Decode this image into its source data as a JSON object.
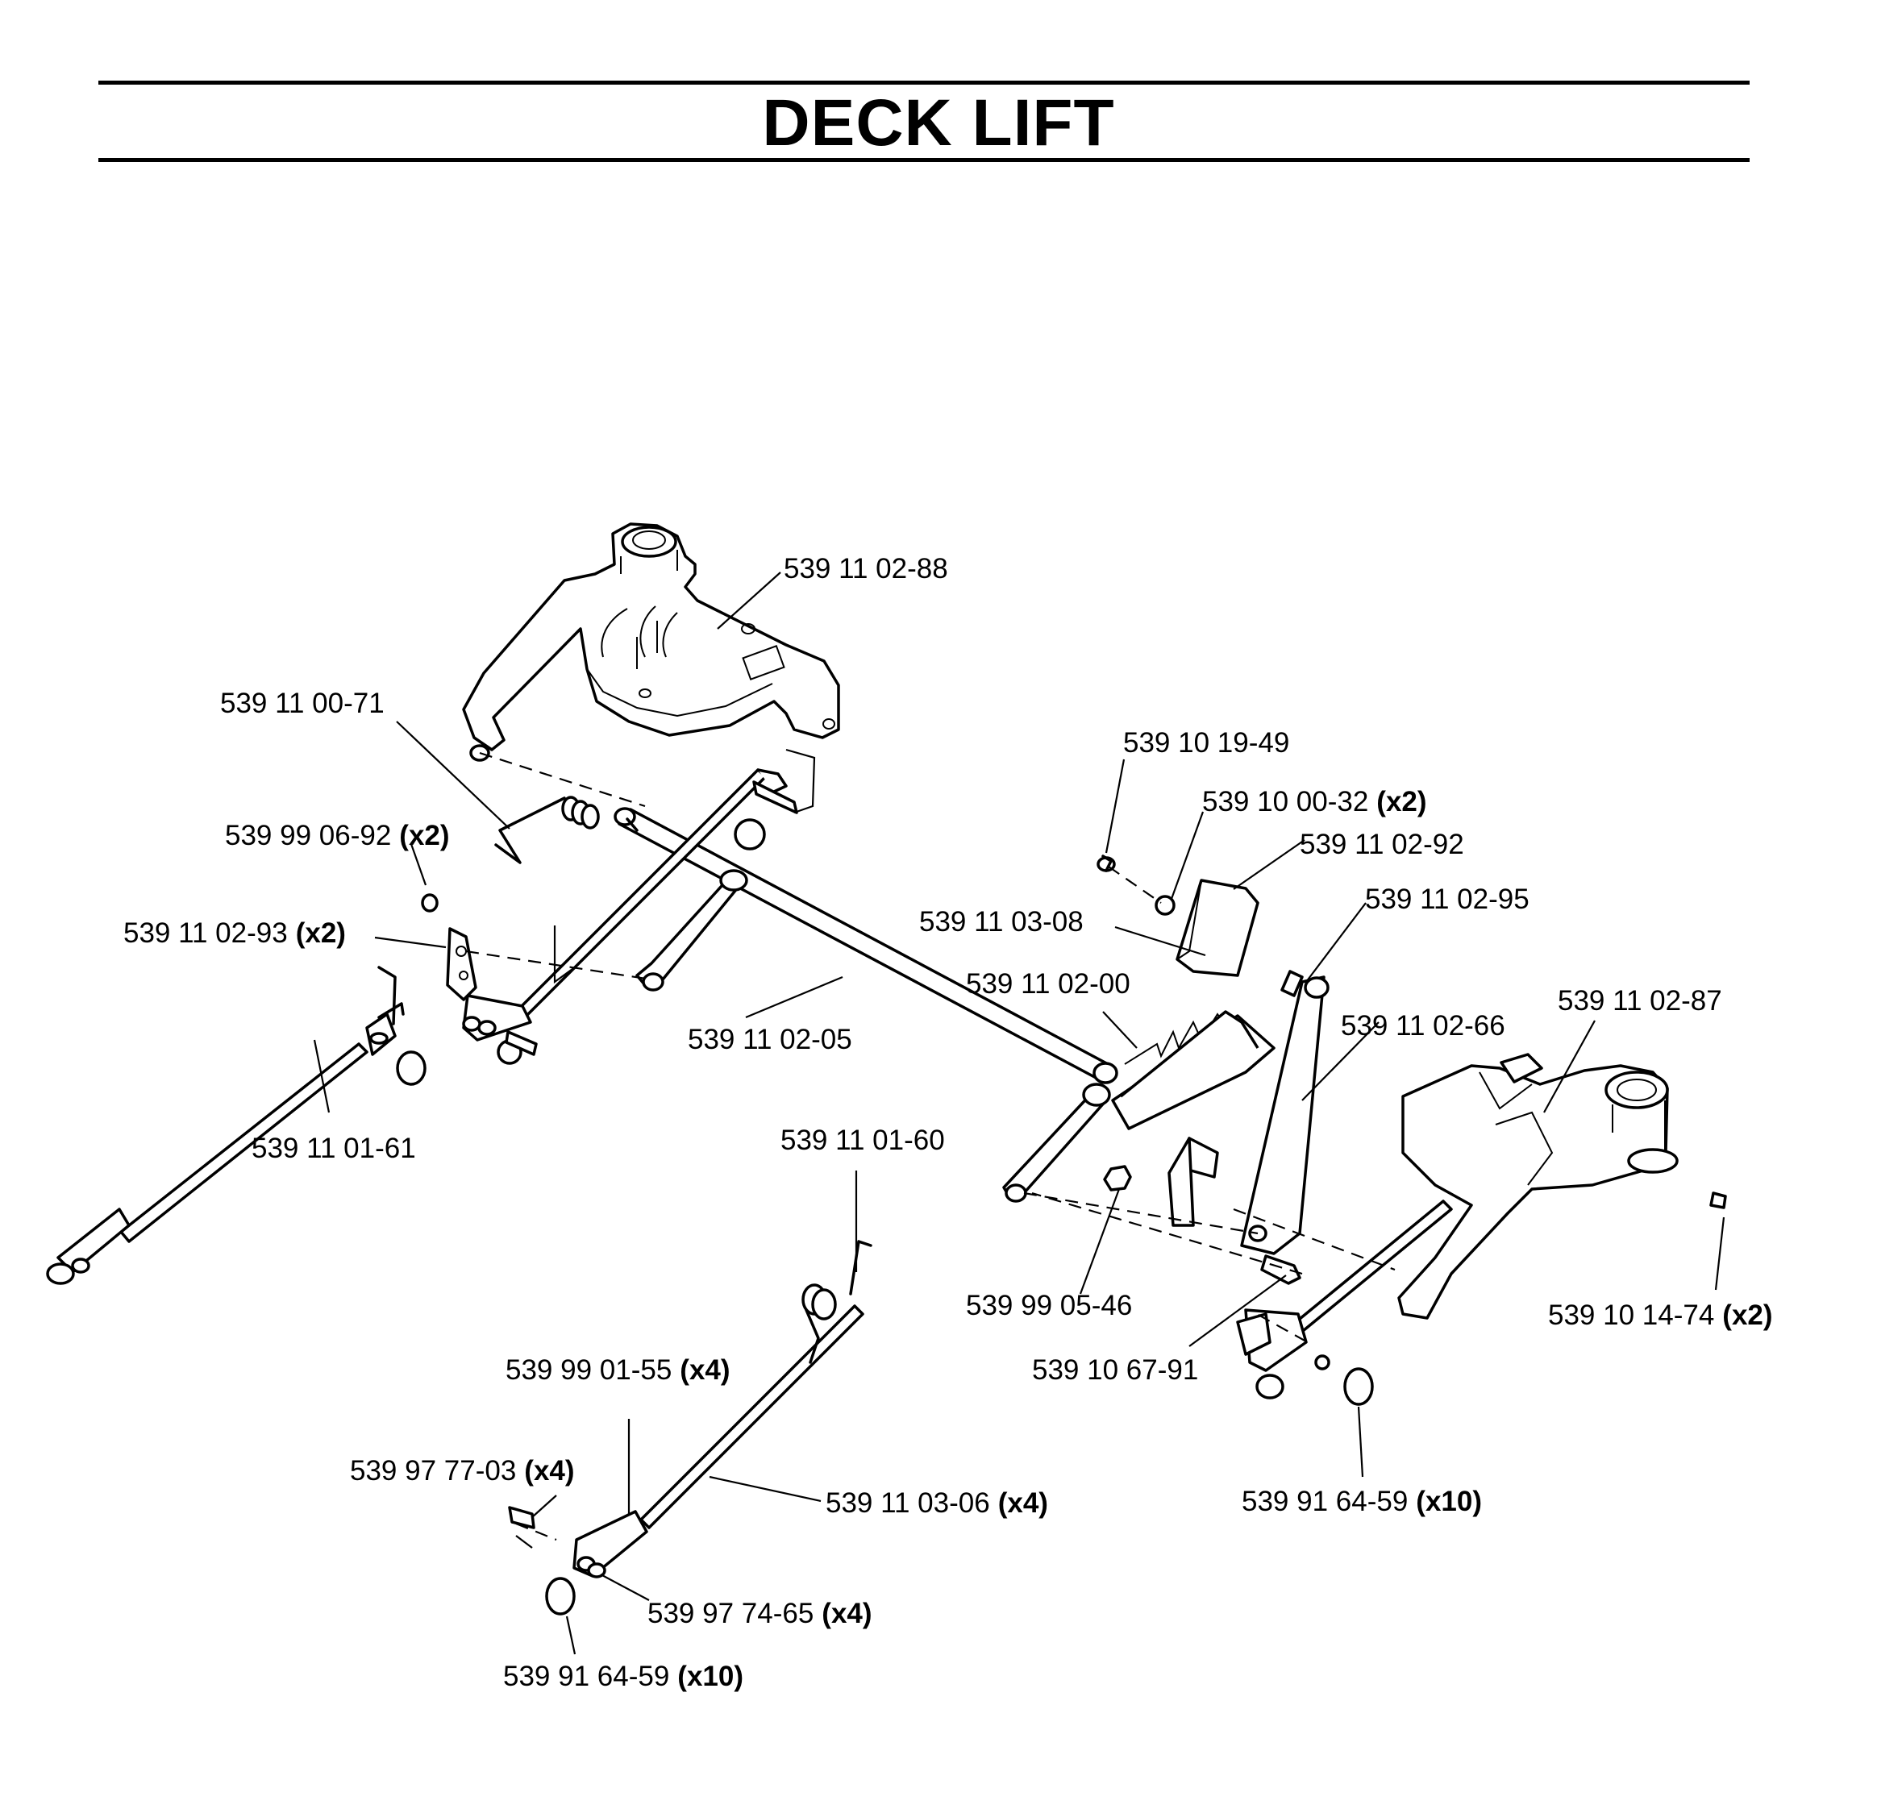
{
  "page": {
    "title": "DECK LIFT"
  },
  "labels": [
    {
      "id": "p1",
      "part": "539 11 02-88",
      "qty": ""
    },
    {
      "id": "p2",
      "part": "539 11 00-71",
      "qty": ""
    },
    {
      "id": "p3",
      "part": "539 99 06-92",
      "qty": "(x2)"
    },
    {
      "id": "p4",
      "part": "539 11 02-93",
      "qty": "(x2)"
    },
    {
      "id": "p5",
      "part": "539 11 02-05",
      "qty": ""
    },
    {
      "id": "p6",
      "part": "539 11 01-61",
      "qty": ""
    },
    {
      "id": "p7",
      "part": "539 10 19-49",
      "qty": ""
    },
    {
      "id": "p8",
      "part": "539 10 00-32",
      "qty": "(x2)"
    },
    {
      "id": "p9",
      "part": "539 11 02-92",
      "qty": ""
    },
    {
      "id": "p10",
      "part": "539 11 03-08",
      "qty": ""
    },
    {
      "id": "p11",
      "part": "539 11 02-95",
      "qty": ""
    },
    {
      "id": "p12",
      "part": "539 11 02-00",
      "qty": ""
    },
    {
      "id": "p13",
      "part": "539 11 02-66",
      "qty": ""
    },
    {
      "id": "p14",
      "part": "539 11 02-87",
      "qty": ""
    },
    {
      "id": "p15",
      "part": "539 11 01-60",
      "qty": ""
    },
    {
      "id": "p16",
      "part": "539 99 05-46",
      "qty": ""
    },
    {
      "id": "p17",
      "part": "539 10 14-74",
      "qty": "(x2)"
    },
    {
      "id": "p18",
      "part": "539 10 67-91",
      "qty": ""
    },
    {
      "id": "p19",
      "part": "539 99 01-55",
      "qty": "(x4)"
    },
    {
      "id": "p20",
      "part": "539 97 77-03",
      "qty": "(x4)"
    },
    {
      "id": "p21",
      "part": "539 11 03-06",
      "qty": "(x4)"
    },
    {
      "id": "p22",
      "part": "539 91 64-59",
      "qty": "(x10)"
    },
    {
      "id": "p23",
      "part": "539 97 74-65",
      "qty": "(x4)"
    },
    {
      "id": "p24",
      "part": "539 91 64-59",
      "qty": "(x10)"
    }
  ]
}
